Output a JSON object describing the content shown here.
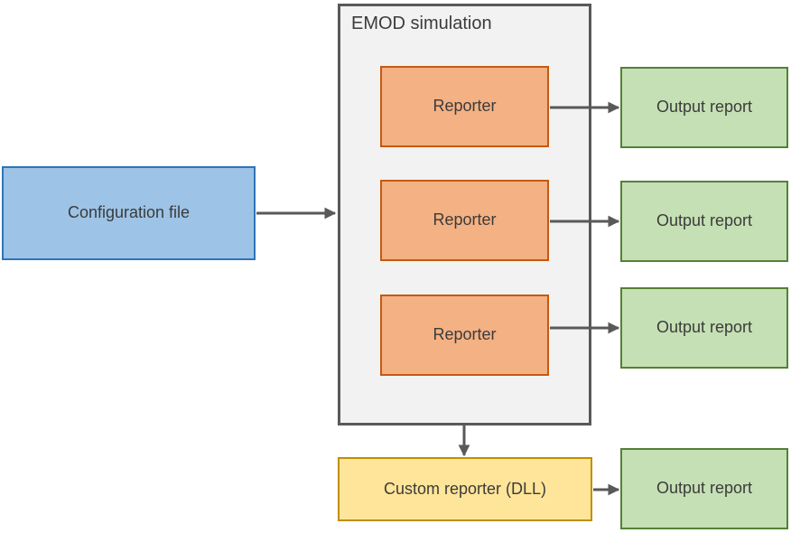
{
  "simulation": {
    "title": "EMOD simulation"
  },
  "nodes": {
    "config_label": "Configuration file",
    "reporter_labels": [
      "Reporter",
      "Reporter",
      "Reporter"
    ],
    "output_labels": [
      "Output report",
      "Output report",
      "Output report",
      "Output report"
    ],
    "custom_label": "Custom reporter (DLL)"
  },
  "colors": {
    "config_fill": "#9DC3E6",
    "config_border": "#2E75B6",
    "reporter_fill": "#F4B183",
    "reporter_border": "#C55A11",
    "output_fill": "#C5E0B4",
    "output_border": "#538135",
    "custom_fill": "#FFE599",
    "custom_border": "#BF9000",
    "simulation_fill": "#F2F2F2",
    "simulation_border": "#595959",
    "arrow": "#595959",
    "text": "#3B3B3B"
  }
}
